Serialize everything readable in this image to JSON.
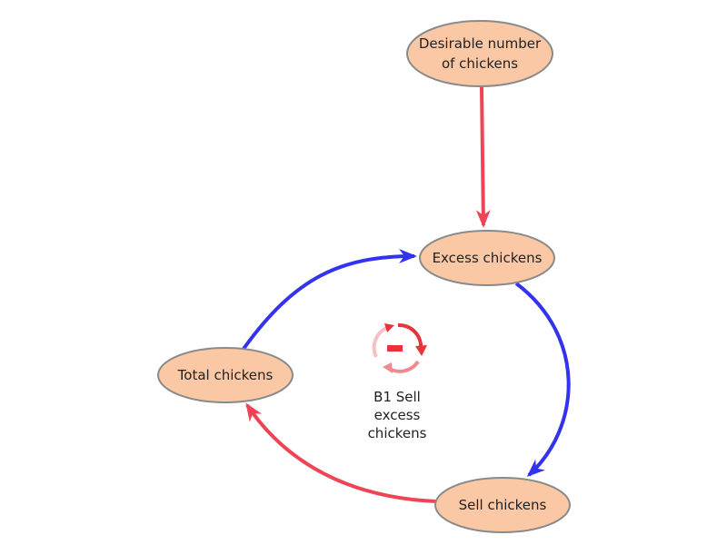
{
  "colors": {
    "node_fill": "#FAC8A5",
    "node_stroke": "#8A8A8A",
    "positive_link": "#3333EE",
    "negative_link": "#EE4455",
    "loop_icon": "#E8333A"
  },
  "nodes": {
    "desirable": {
      "line1": "Desirable number",
      "line2": "of chickens"
    },
    "excess": {
      "label": "Excess chickens"
    },
    "total": {
      "label": "Total chickens"
    },
    "sell": {
      "label": "Sell chickens"
    }
  },
  "links": [
    {
      "from": "Desirable number of chickens",
      "to": "Excess chickens",
      "polarity": "negative",
      "color": "red"
    },
    {
      "from": "Excess chickens",
      "to": "Sell chickens",
      "polarity": "positive",
      "color": "blue"
    },
    {
      "from": "Sell chickens",
      "to": "Total chickens",
      "polarity": "negative",
      "color": "red"
    },
    {
      "from": "Total chickens",
      "to": "Excess chickens",
      "polarity": "positive",
      "color": "blue"
    }
  ],
  "loop": {
    "type": "balancing",
    "icon": "balancing-loop-icon",
    "sign": "−",
    "line1": "B1 Sell",
    "line2": "excess",
    "line3": "chickens"
  }
}
